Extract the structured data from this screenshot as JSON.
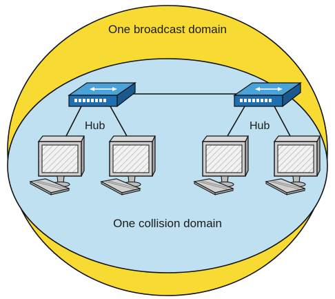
{
  "labels": {
    "broadcast_domain": "One broadcast domain",
    "collision_domain": "One collision domain",
    "hub_left": "Hub",
    "hub_right": "Hub"
  },
  "colors": {
    "broadcast_fill": "#f7db33",
    "collision_fill": "#bfe0f0",
    "hub_top": "#4aa2d8",
    "hub_front": "#1f6fb0",
    "outline": "#111111"
  }
}
